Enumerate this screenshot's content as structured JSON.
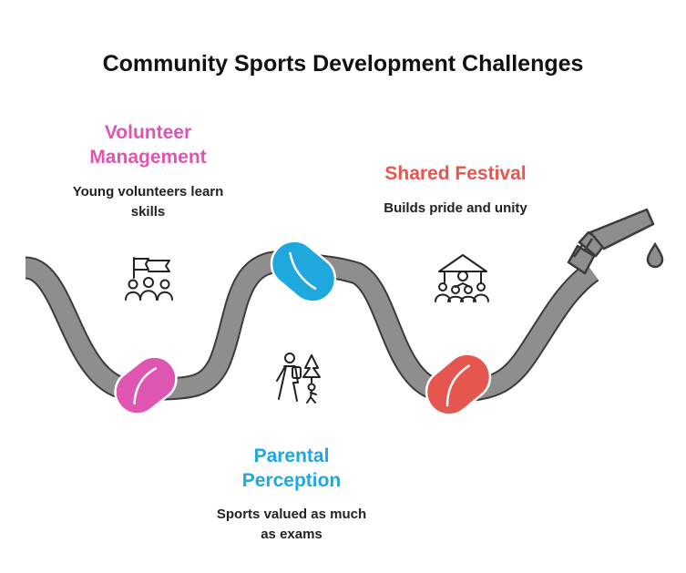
{
  "title": "Community Sports Development Challenges",
  "colors": {
    "pink": "#de55b2",
    "blue": "#1fa8de",
    "red": "#e5564f",
    "hose": "#8e8e8e",
    "hose_outline": "#3b3b3b"
  },
  "sections": [
    {
      "heading": "Volunteer Management",
      "heading_lines": [
        "Volunteer",
        "Management"
      ],
      "description_lines": [
        "Young volunteers learn",
        "skills"
      ],
      "icon": "volunteers-flag-icon",
      "color": "#de55b2"
    },
    {
      "heading": "Shared Festival",
      "heading_lines": [
        "Shared Festival"
      ],
      "description_lines": [
        "Builds pride and unity"
      ],
      "icon": "festival-crowd-icon",
      "color": "#e5564f"
    },
    {
      "heading": "Parental Perception",
      "heading_lines": [
        "Parental",
        "Perception"
      ],
      "description_lines": [
        "Sports valued as much",
        "as exams"
      ],
      "icon": "family-hiking-icon",
      "color": "#1fa8de"
    }
  ]
}
